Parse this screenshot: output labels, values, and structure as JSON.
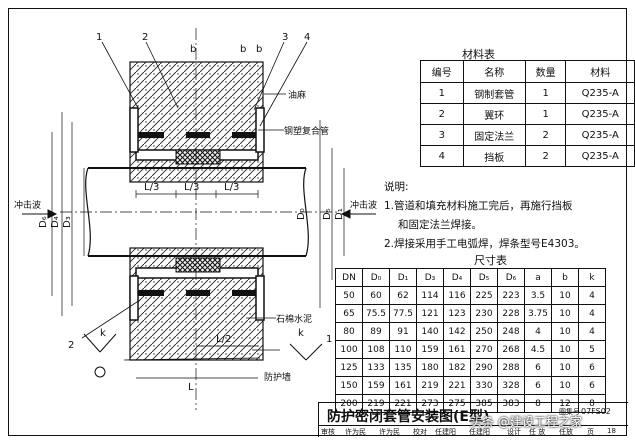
{
  "drawing": {
    "callouts": [
      "1",
      "2",
      "3",
      "4"
    ],
    "dim_b": "b",
    "dim_L3": "L/3",
    "dim_L2": "L/2",
    "dim_L": "L",
    "dim_k": "k",
    "diameters": [
      "D₆",
      "D₄",
      "D₃",
      "D₅",
      "D₁",
      "D₀"
    ],
    "label_oil_hemp": "油麻",
    "label_steel_pipe": "钢塑复合管",
    "label_shock_left": "冲击波",
    "label_shock_right": "冲击波",
    "label_asbestos": "石棉水泥",
    "label_wall": "防护墙",
    "callout_bottom_left": "2",
    "callout_bottom_right": "1"
  },
  "materials": {
    "title": "材料表",
    "headers": [
      "编号",
      "名称",
      "数量",
      "材料"
    ],
    "rows": [
      [
        "1",
        "钢制套管",
        "1",
        "Q235-A"
      ],
      [
        "2",
        "翼环",
        "1",
        "Q235-A"
      ],
      [
        "3",
        "固定法兰",
        "2",
        "Q235-A"
      ],
      [
        "4",
        "挡板",
        "2",
        "Q235-A"
      ]
    ]
  },
  "notes": {
    "heading": "说明:",
    "lines": [
      "1.管道和填充材料施工完后，再施行挡板",
      "和固定法兰焊接。",
      "2.焊接采用手工电弧焊，焊条型号E4303。"
    ]
  },
  "sizes": {
    "title": "尺寸表",
    "headers": [
      "DN",
      "D₀",
      "D₁",
      "D₃",
      "D₄",
      "D₅",
      "D₆",
      "a",
      "b",
      "k"
    ],
    "rows": [
      [
        "50",
        "60",
        "62",
        "114",
        "116",
        "225",
        "223",
        "3.5",
        "10",
        "4"
      ],
      [
        "65",
        "75.5",
        "77.5",
        "121",
        "123",
        "230",
        "228",
        "3.75",
        "10",
        "4"
      ],
      [
        "80",
        "89",
        "91",
        "140",
        "142",
        "250",
        "248",
        "4",
        "10",
        "4"
      ],
      [
        "100",
        "108",
        "110",
        "159",
        "161",
        "270",
        "268",
        "4.5",
        "10",
        "5"
      ],
      [
        "125",
        "133",
        "135",
        "180",
        "182",
        "290",
        "288",
        "6",
        "10",
        "6"
      ],
      [
        "150",
        "159",
        "161",
        "219",
        "221",
        "330",
        "328",
        "6",
        "10",
        "6"
      ],
      [
        "200",
        "219",
        "221",
        "273",
        "275",
        "385",
        "383",
        "8",
        "12",
        "8"
      ]
    ]
  },
  "titleblock": {
    "title": "防护密闭套管安装图(E型)",
    "code_label": "图集号",
    "code": "07FS02",
    "row": [
      "审核",
      "许为民",
      "许为民",
      "校对",
      "任建阳",
      "任建阳",
      "设计",
      "任 放",
      "任放",
      "页",
      "18"
    ]
  },
  "watermark": "头条 @建设工程之家"
}
